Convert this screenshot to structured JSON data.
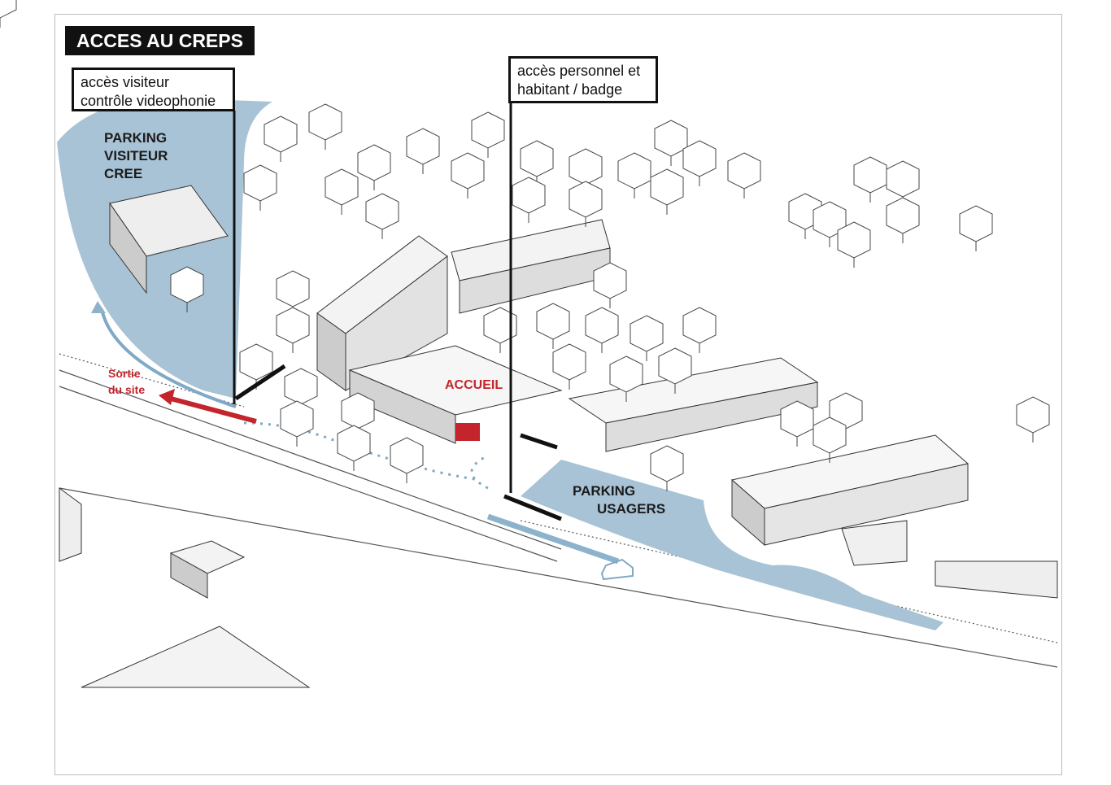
{
  "title": "ACCES AU CREPS",
  "callouts": {
    "visitor": {
      "line1": "accès visiteur",
      "line2": "contrôle videophonie"
    },
    "staff": {
      "line1": "accès personnel et",
      "line2": "habitant / badge"
    }
  },
  "labels": {
    "parking_visiteur": {
      "line1": "PARKING",
      "line2": "VISITEUR",
      "line3": "CREE"
    },
    "parking_usagers": {
      "line1": "PARKING",
      "line2": "USAGERS"
    },
    "sortie": {
      "line1": "Sortie",
      "line2": "du site"
    },
    "accueil": "ACCUEIL"
  },
  "colors": {
    "parking_blue": "#a8c3d5",
    "accent_red": "#c4242b",
    "building_gray": "#d6d6d6"
  }
}
